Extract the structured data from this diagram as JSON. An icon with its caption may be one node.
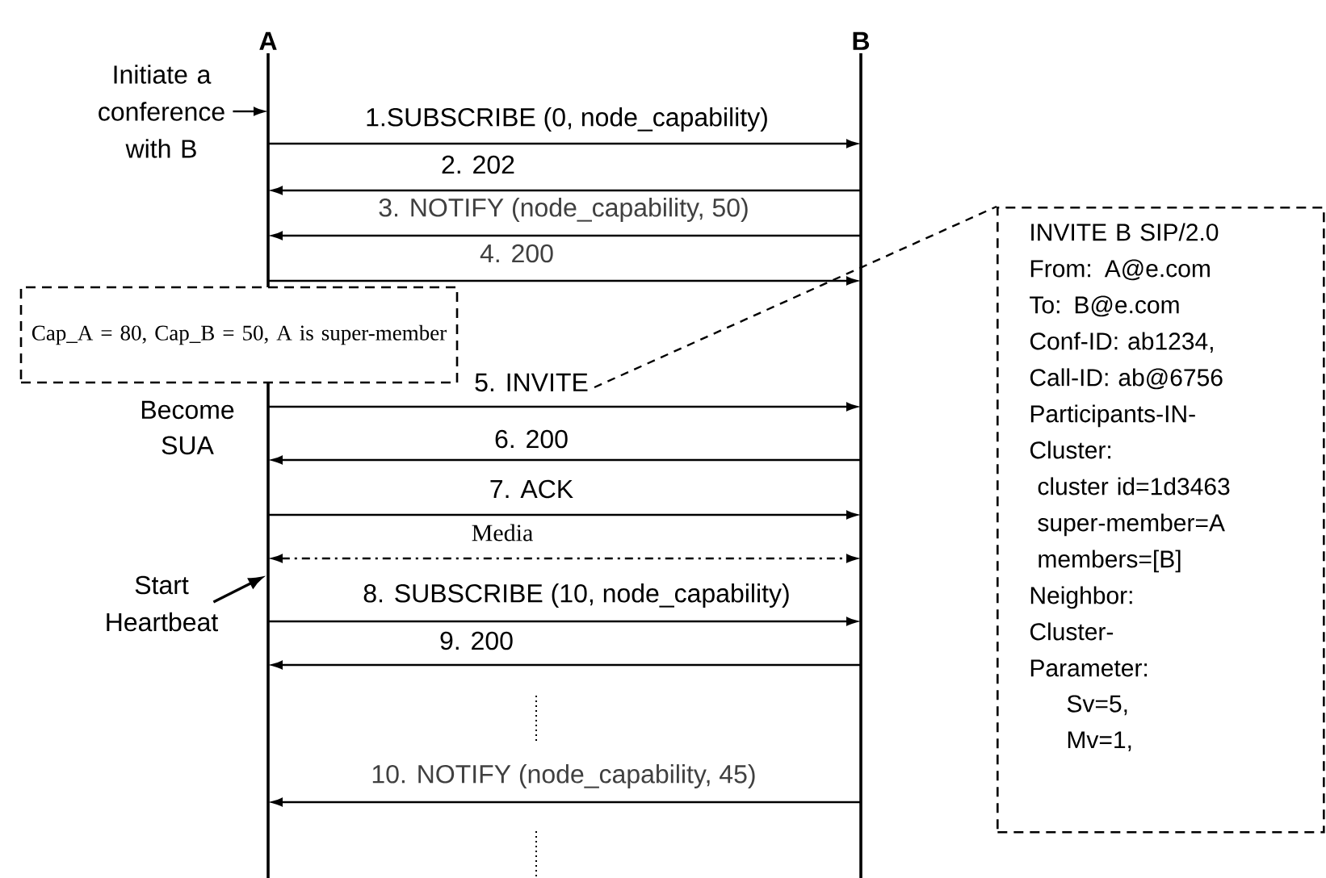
{
  "diagram": {
    "nodes": [
      {
        "text": [
          "A"
        ]
      },
      {
        "text": [
          "B"
        ]
      },
      {
        "text": [
          "Initiate a conference with B"
        ]
      },
      {
        "text": [
          "Cap_A = 80, Cap_B = 50, A is super-member"
        ]
      },
      {
        "text": [
          "Become SUA"
        ]
      },
      {
        "text": [
          "Start Heartbeat"
        ]
      },
      {
        "text": [
          "INVITE B SIP/2.0",
          "From: A@e.com",
          "To: B@e.com",
          "Conf-ID: ab1234,",
          "Call-ID: ab@6756",
          "Participants-IN- Cluster:",
          "cluster id=1d3463",
          "super-member=A",
          "members=[B]",
          "Neighbor:",
          "Cluster- Parameter:",
          "Sv=5,",
          "Mv=1,"
        ]
      }
    ],
    "edges": [
      {
        "from": 0,
        "to": 1,
        "arrow": "to",
        "label": "1.SUBSCRIBE (0, node_capability)"
      },
      {
        "from": 1,
        "to": 0,
        "arrow": "to",
        "label": "2. 202"
      },
      {
        "from": 1,
        "to": 0,
        "arrow": "to",
        "label": "3. NOTIFY (node_capability, 50)"
      },
      {
        "from": 0,
        "to": 1,
        "arrow": "to",
        "label": "4. 200"
      },
      {
        "from": 0,
        "to": 1,
        "arrow": "to",
        "label": "5. INVITE"
      },
      {
        "from": 1,
        "to": 0,
        "arrow": "to",
        "label": "6. 200"
      },
      {
        "from": 0,
        "to": 1,
        "arrow": "to",
        "label": "7. ACK"
      },
      {
        "from": 0,
        "to": 1,
        "arrow": "both",
        "label": "Media",
        "style": "dashed"
      },
      {
        "from": 0,
        "to": 1,
        "arrow": "to",
        "label": "8. SUBSCRIBE (10, node_capability)"
      },
      {
        "from": 1,
        "to": 0,
        "arrow": "to",
        "label": "9. 200"
      },
      {
        "from": 1,
        "to": 0,
        "arrow": "to",
        "label": "10. NOTIFY (node_capability, 45)"
      },
      {
        "from": 2,
        "to": 0,
        "arrow": "to"
      },
      {
        "from": 5,
        "to": 0,
        "arrow": "to"
      },
      {
        "from": null,
        "to": 6,
        "arrow": "none",
        "style": "dashed"
      }
    ]
  }
}
